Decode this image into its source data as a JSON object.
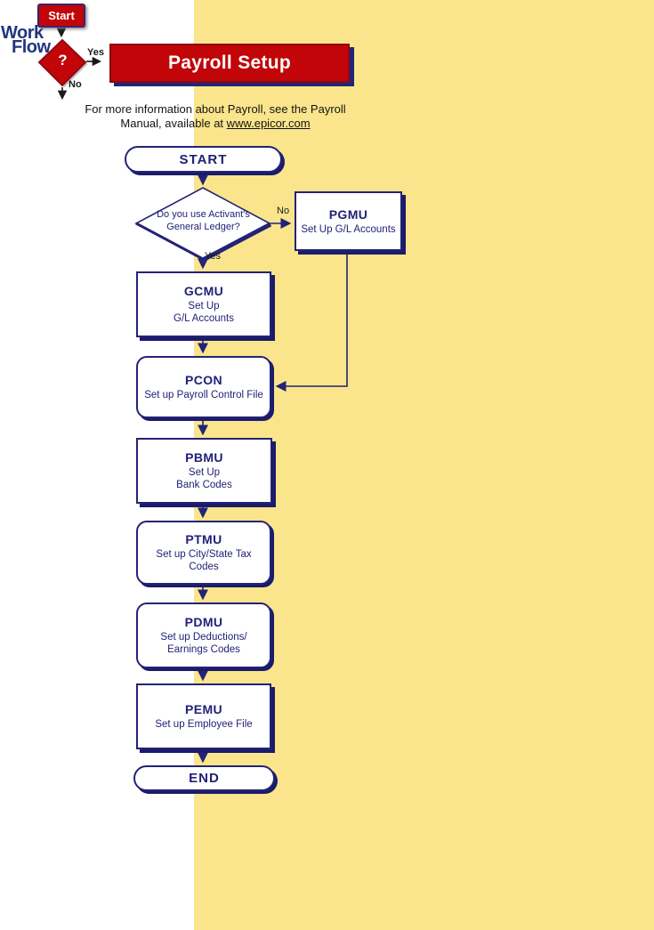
{
  "colors": {
    "navy": "#232377",
    "red": "#c10508",
    "yellow": "#fae58c",
    "maroon": "#8e0b10"
  },
  "logo": {
    "brand_line1": "Work",
    "brand_line2": "Flow",
    "start_label": "Start",
    "question_mark": "?",
    "yes_label": "Yes",
    "no_label": "No"
  },
  "banner": {
    "title": "Payroll Setup"
  },
  "intro": {
    "line1": "For more information about Payroll, see the Payroll",
    "line2_prefix": "Manual, available at ",
    "link_text": "www.epicor.com"
  },
  "flow": {
    "start_label": "START",
    "end_label": "END",
    "decision": {
      "question": "Do you use Activant's\nGeneral Ledger?",
      "no_label": "No",
      "yes_label": "Yes"
    },
    "steps": [
      {
        "code": "PGMU",
        "description": "Set Up G/L Accounts"
      },
      {
        "code": "GCMU",
        "description": "Set Up\nG/L Accounts"
      },
      {
        "code": "PCON",
        "description": "Set up Payroll Control File"
      },
      {
        "code": "PBMU",
        "description": "Set Up\nBank Codes"
      },
      {
        "code": "PTMU",
        "description": "Set up City/State Tax\nCodes"
      },
      {
        "code": "PDMU",
        "description": "Set up Deductions/\nEarnings Codes"
      },
      {
        "code": "PEMU",
        "description": "Set up Employee File"
      }
    ]
  }
}
